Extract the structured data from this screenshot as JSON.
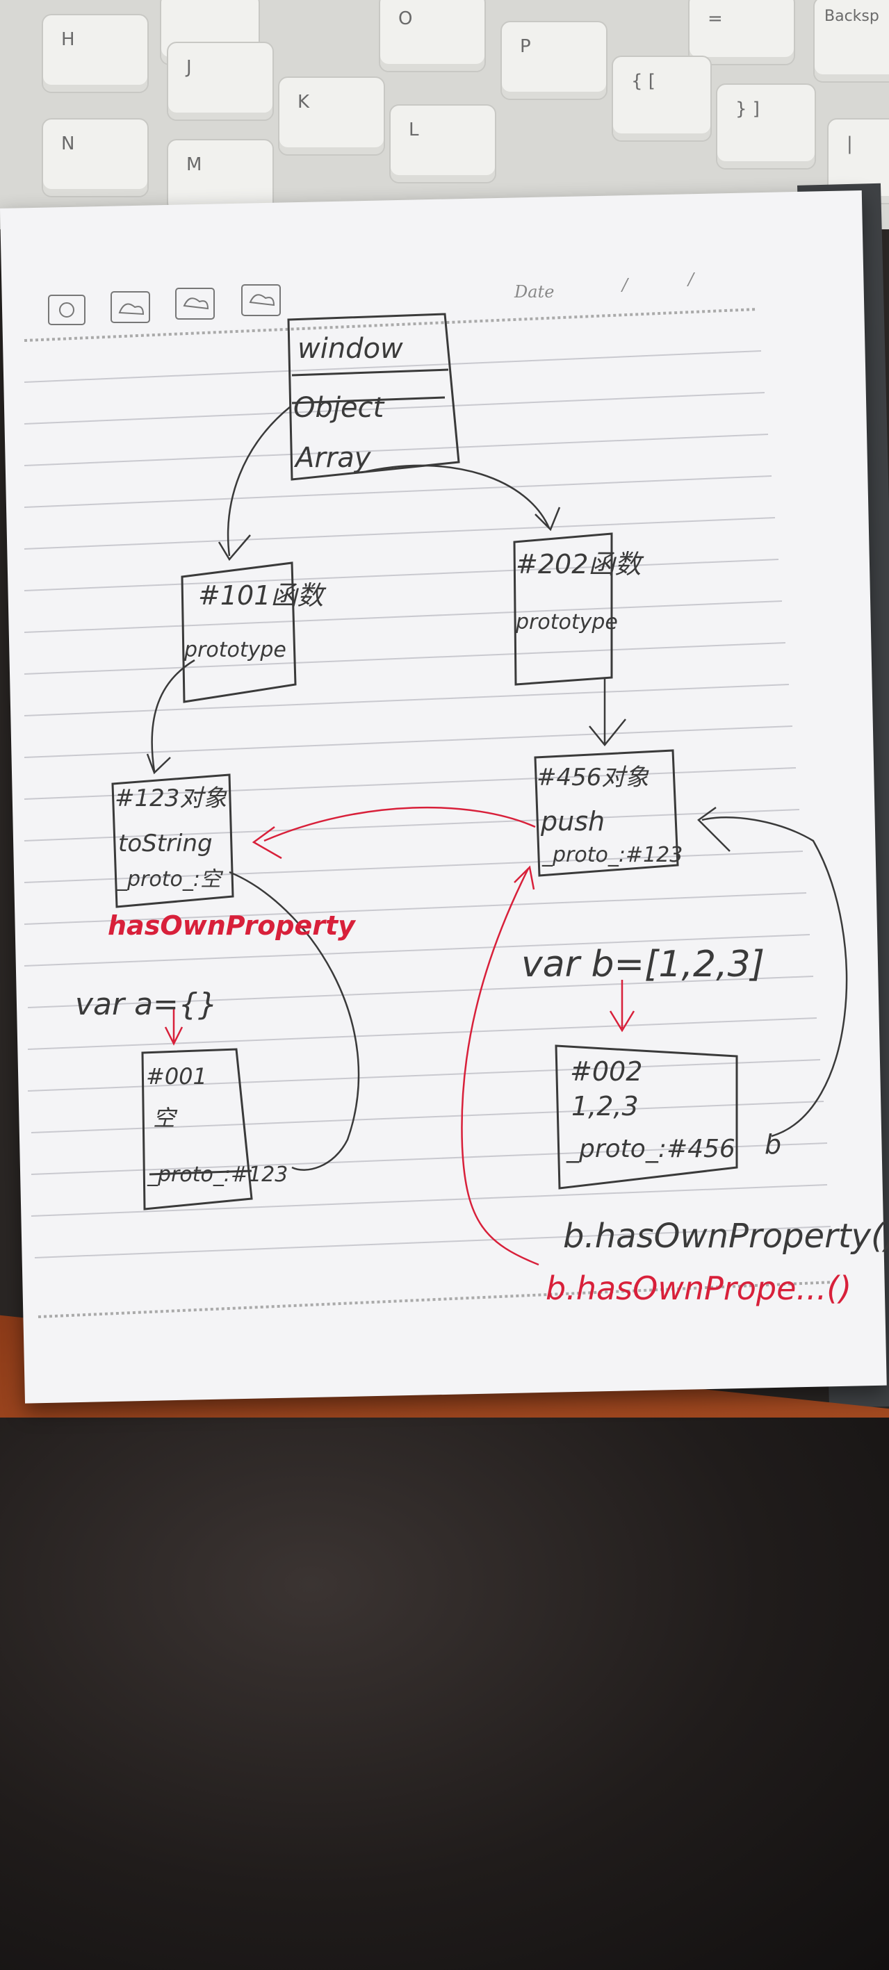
{
  "header": {
    "date_label": "Date",
    "date_slashes": [
      "/",
      "/"
    ]
  },
  "keyboard": {
    "keys": [
      "H",
      "O",
      "P",
      "=",
      "Backsp",
      "J",
      "K",
      "L",
      "{ [",
      "} ]",
      "N",
      "M",
      "|"
    ]
  },
  "diagram": {
    "window_box": {
      "title": "window",
      "rows": [
        "Object",
        "Array"
      ]
    },
    "func_101": {
      "title": "#101函数",
      "rows": [
        "prototype"
      ]
    },
    "func_202": {
      "title": "#202函数",
      "rows": [
        "prototype"
      ]
    },
    "obj_123": {
      "title": "#123对象",
      "rows": [
        "toString",
        "_proto_:空"
      ]
    },
    "obj_456": {
      "title": "#456对象",
      "rows": [
        "push",
        "_proto_:#123"
      ]
    },
    "obj_001": {
      "title": "#001",
      "rows": [
        "空",
        "_proto_:#123"
      ]
    },
    "obj_002": {
      "title": "#002",
      "rows": [
        "1,2,3",
        "_proto_:#456"
      ]
    },
    "has_own_property": "hasOwnProperty",
    "var_a": "var a={}",
    "var_b": "var b=[1,2,3]",
    "b_label": "b",
    "b_call_black": "b.hasOwnProperty()",
    "b_call_red": "b.hasOwnPrope...()"
  },
  "colors": {
    "ink_black": "#3a3a3a",
    "ink_red": "#d8203a",
    "paper": "#f4f4f6",
    "rule": "#c9c9cf"
  }
}
